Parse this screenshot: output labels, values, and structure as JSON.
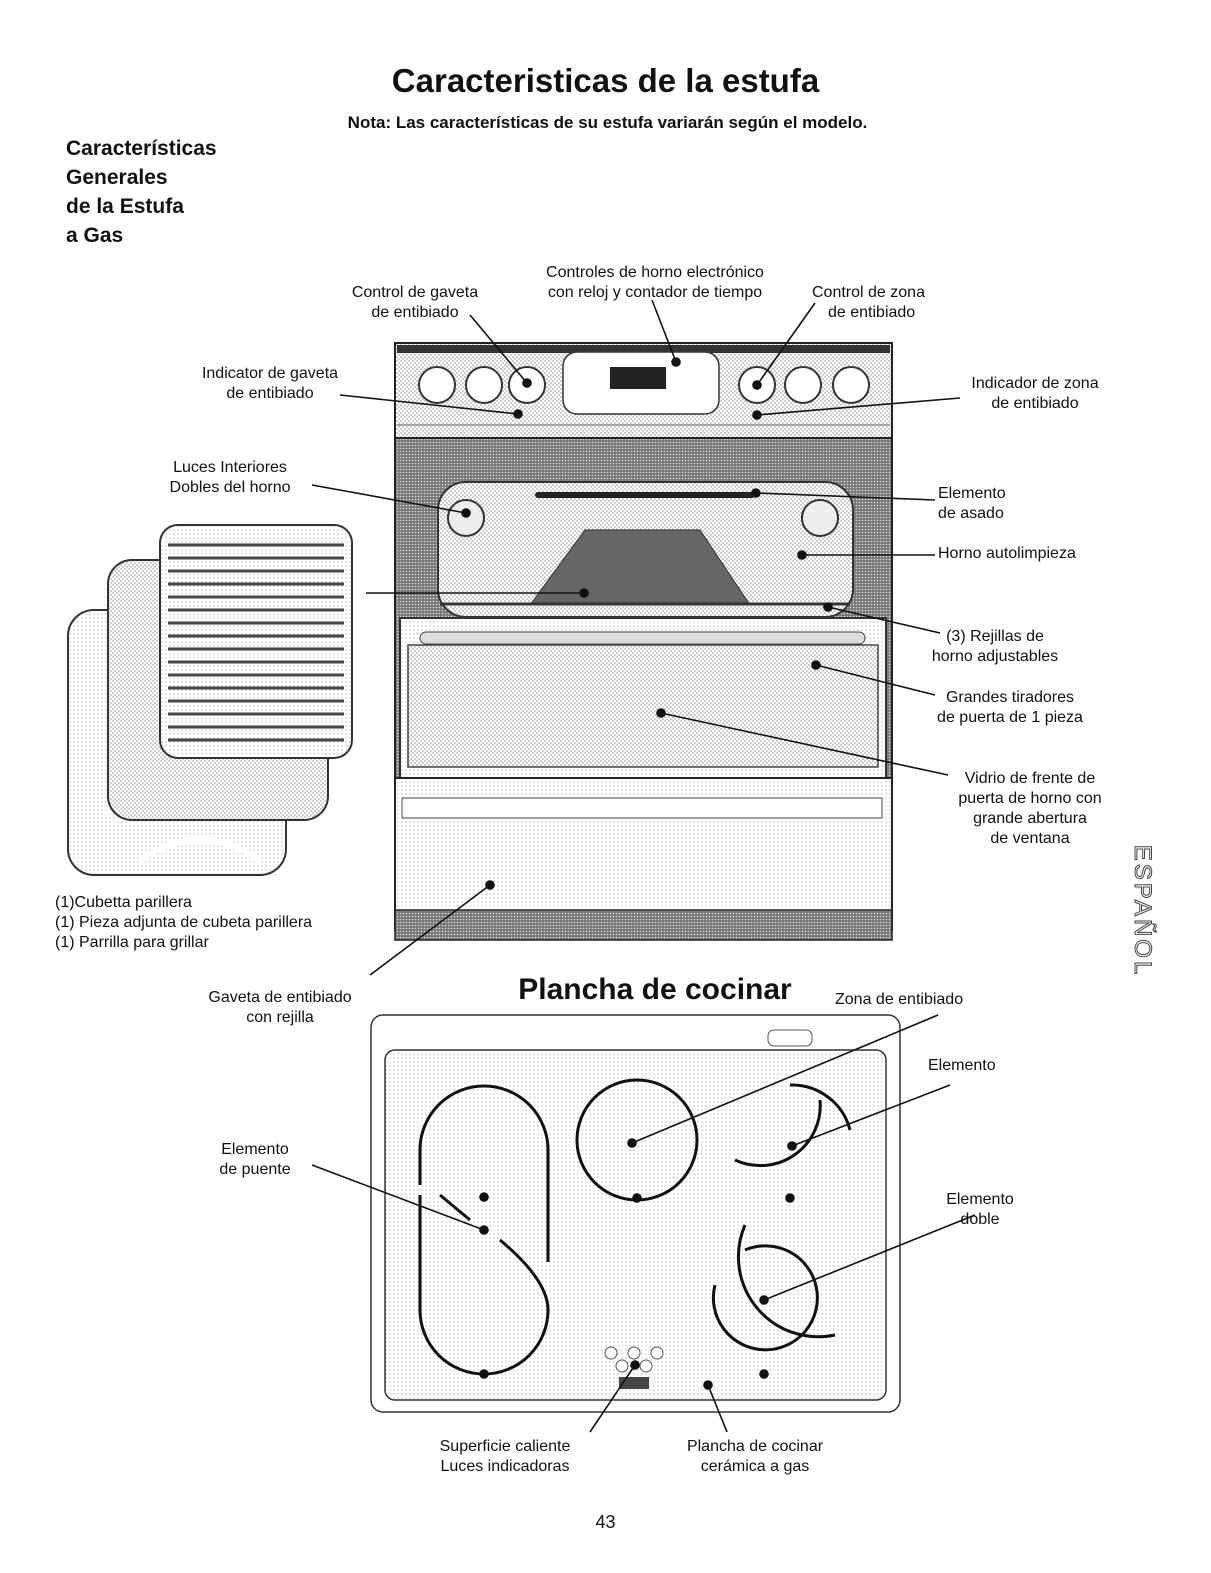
{
  "page": {
    "title": "Caracteristicas de la estufa",
    "note": "Nota: Las características de su estufa variarán según el modelo.",
    "side_title": [
      "Características",
      "Generales",
      "de la Estufa",
      "a Gas"
    ],
    "language_tab": "ESPAÑOL",
    "page_number": "43"
  },
  "range_labels": {
    "warmer_drawer_control": [
      "Control de gaveta",
      "de entibiado"
    ],
    "electronic_controls": [
      "Controles de horno electrónico",
      "con reloj y contador de tiempo"
    ],
    "warming_zone_control": [
      "Control de zona",
      "de entibiado"
    ],
    "warmer_drawer_indicator": [
      "Indicator de gaveta",
      "de entibiado"
    ],
    "warming_zone_indicator": [
      "Indicador de zona",
      "de entibiado"
    ],
    "interior_lights": [
      "Luces Interiores",
      "Dobles del horno"
    ],
    "broil_element": [
      "Elemento",
      "de asado"
    ],
    "self_clean_oven": [
      "Horno autolimpieza"
    ],
    "oven_racks": [
      "(3) Rejillas de",
      "horno  adjustables"
    ],
    "door_handles": [
      "Grandes tiradores",
      "de puerta de 1 pieza"
    ],
    "door_glass": [
      "Vidrio de frente de",
      "puerta de horno con",
      "grande abertura",
      "de  ventana"
    ],
    "broiler_items": [
      "(1)Cubetta parillera",
      "(1) Pieza adjunta de cubeta parillera",
      "(1) Parrilla para grillar"
    ],
    "warmer_drawer": [
      "Gaveta de entibiado",
      "con rejilla"
    ]
  },
  "cooktop": {
    "title": "Plancha de cocinar",
    "warming_zone": [
      "Zona de entibiado"
    ],
    "element": [
      "Elemento"
    ],
    "bridge_element": [
      "Elemento",
      "de puente"
    ],
    "dual_element": [
      "Elemento",
      "doble"
    ],
    "hot_surface_lights": [
      "Superficie caliente",
      "Luces indicadoras"
    ],
    "ceramic_cooktop": [
      "Plancha de cocinar",
      "cerámica a gas"
    ]
  },
  "icons": {
    "range": "range-illustration",
    "broiler_pan": "broiler-pan-illustration",
    "cooktop": "cooktop-illustration"
  }
}
